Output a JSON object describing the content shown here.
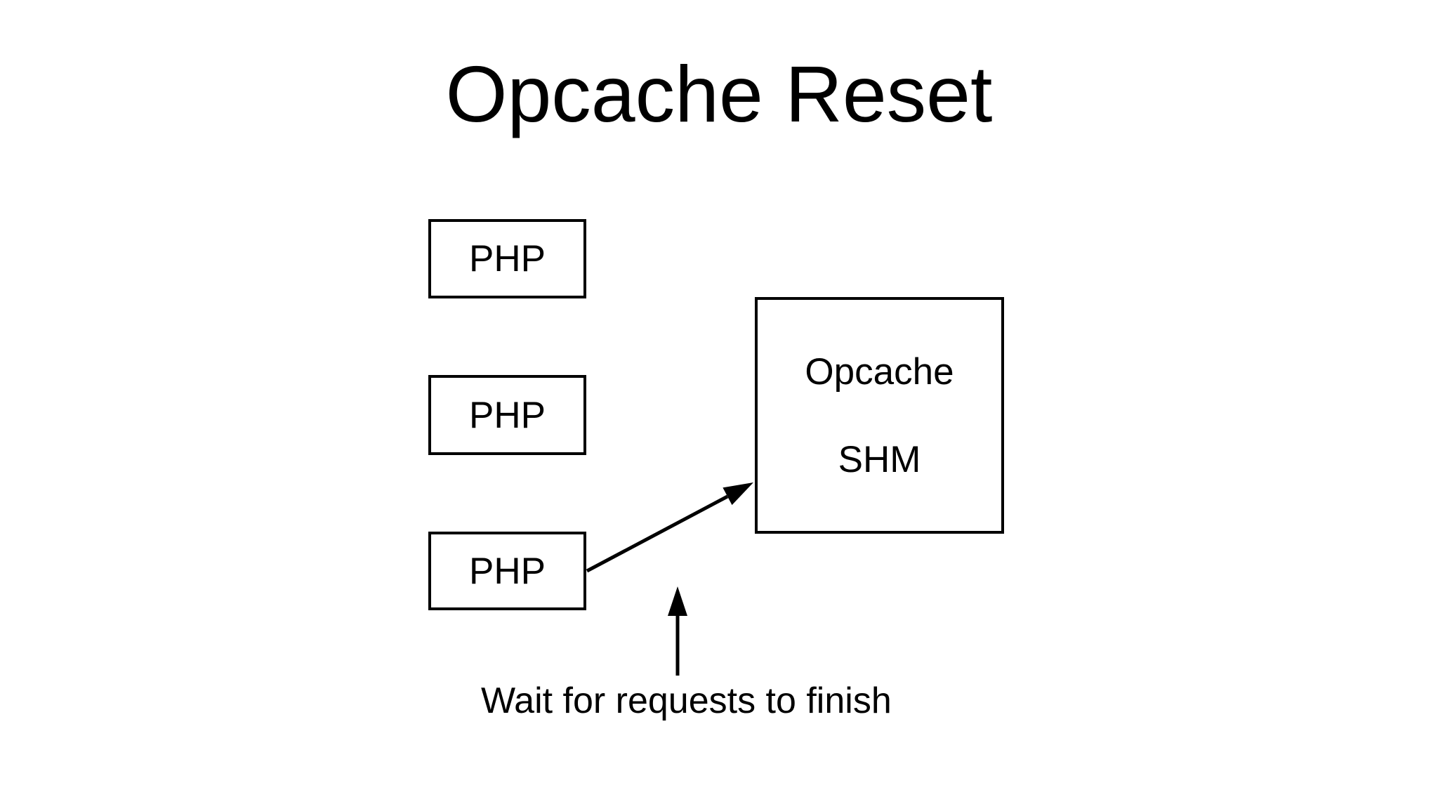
{
  "title": "Opcache Reset",
  "colors": {
    "background": "#ffffff",
    "foreground": "#000000"
  },
  "nodes": {
    "php_workers": [
      {
        "id": "php-1",
        "label": "PHP"
      },
      {
        "id": "php-2",
        "label": "PHP"
      },
      {
        "id": "php-3",
        "label": "PHP"
      }
    ],
    "opcache_shm": {
      "id": "opcache-shm",
      "lines": [
        "Opcache",
        "SHM"
      ]
    }
  },
  "edges": [
    {
      "from": "php-3",
      "to": "opcache-shm",
      "style": "arrow",
      "direction": "up-right"
    },
    {
      "from": "below-php-3",
      "to": "php-3-area",
      "style": "arrow",
      "direction": "up",
      "annotation": "Wait for requests to finish"
    }
  ],
  "caption": "Wait for requests to finish"
}
